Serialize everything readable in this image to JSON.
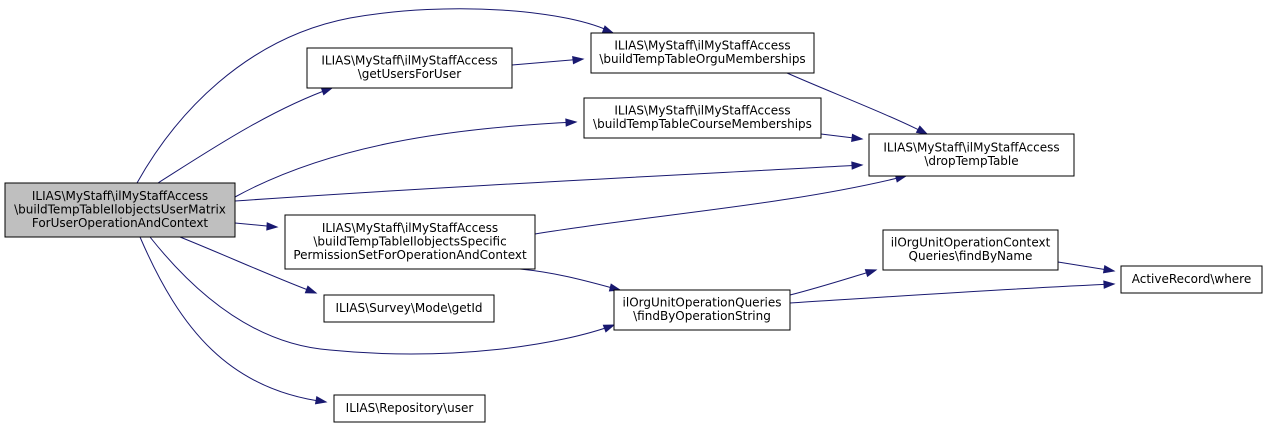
{
  "colors": {
    "root_fill": "#bfbfbf",
    "node_fill": "#ffffff",
    "edge": "#191970"
  },
  "nodes": {
    "root": {
      "lines": [
        "ILIAS\\MyStaff\\ilMyStaffAccess",
        "\\buildTempTableIlobjectsUserMatrix",
        "ForUserOperationAndContext"
      ]
    },
    "getUsersForUser": {
      "lines": [
        "ILIAS\\MyStaff\\ilMyStaffAccess",
        "\\getUsersForUser"
      ]
    },
    "buildTempTableOrguMemberships": {
      "lines": [
        "ILIAS\\MyStaff\\ilMyStaffAccess",
        "\\buildTempTableOrguMemberships"
      ]
    },
    "buildTempTableCourseMemberships": {
      "lines": [
        "ILIAS\\MyStaff\\ilMyStaffAccess",
        "\\buildTempTableCourseMemberships"
      ]
    },
    "dropTempTable": {
      "lines": [
        "ILIAS\\MyStaff\\ilMyStaffAccess",
        "\\dropTempTable"
      ]
    },
    "buildTempTableIlobjectsSpecific": {
      "lines": [
        "ILIAS\\MyStaff\\ilMyStaffAccess",
        "\\buildTempTableIlobjectsSpecific",
        "PermissionSetForOperationAndContext"
      ]
    },
    "findByName": {
      "lines": [
        "ilOrgUnitOperationContext",
        "Queries\\findByName"
      ]
    },
    "activeRecordWhere": {
      "lines": [
        "ActiveRecord\\where"
      ]
    },
    "findByOperationString": {
      "lines": [
        "ilOrgUnitOperationQueries",
        "\\findByOperationString"
      ]
    },
    "surveyGetId": {
      "lines": [
        "ILIAS\\Survey\\Mode\\getId"
      ]
    },
    "repositoryUser": {
      "lines": [
        "ILIAS\\Repository\\user"
      ]
    }
  }
}
